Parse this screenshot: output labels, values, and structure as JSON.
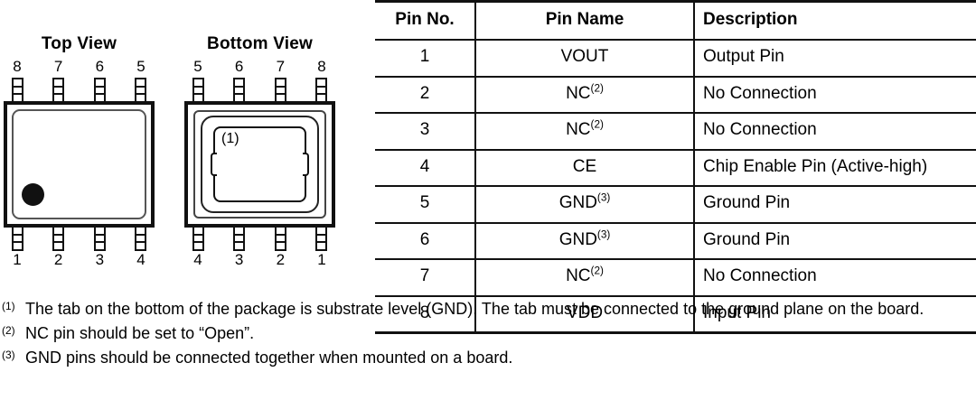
{
  "diagrams": {
    "top_view": {
      "title": "Top View",
      "top_pins": [
        "8",
        "7",
        "6",
        "5"
      ],
      "bottom_pins": [
        "1",
        "2",
        "3",
        "4"
      ],
      "pin1_marker": "dot"
    },
    "bottom_view": {
      "title": "Bottom View",
      "top_pins": [
        "5",
        "6",
        "7",
        "8"
      ],
      "bottom_pins": [
        "4",
        "3",
        "2",
        "1"
      ],
      "tab_label": "(1)"
    }
  },
  "table": {
    "headers": {
      "pin_no": "Pin No.",
      "pin_name": "Pin Name",
      "description": "Description"
    },
    "rows": [
      {
        "no": "1",
        "name": "VOUT",
        "footnote": "",
        "description": "Output Pin"
      },
      {
        "no": "2",
        "name": "NC",
        "footnote": "(2)",
        "description": "No Connection"
      },
      {
        "no": "3",
        "name": "NC",
        "footnote": "(2)",
        "description": "No Connection"
      },
      {
        "no": "4",
        "name": "CE",
        "footnote": "",
        "description": "Chip Enable Pin (Active-high)"
      },
      {
        "no": "5",
        "name": "GND",
        "footnote": "(3)",
        "description": "Ground Pin"
      },
      {
        "no": "6",
        "name": "GND",
        "footnote": "(3)",
        "description": "Ground Pin"
      },
      {
        "no": "7",
        "name": "NC",
        "footnote": "(2)",
        "description": "No Connection"
      },
      {
        "no": "8",
        "name": "VDD",
        "footnote": "",
        "description": "Input Pin"
      }
    ]
  },
  "footnotes": [
    {
      "marker": "(1)",
      "text": "The tab on the bottom of the package is substrate level (GND). The tab must be connected to the ground plane on the board."
    },
    {
      "marker": "(2)",
      "text": "NC pin should be set to “Open”."
    },
    {
      "marker": "(3)",
      "text": "GND pins should be connected together when mounted on a board."
    }
  ],
  "colors": {
    "line": "#111111",
    "background": "#ffffff"
  }
}
